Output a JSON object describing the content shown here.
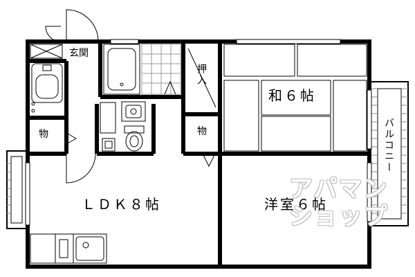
{
  "rooms": {
    "genkan": "玄関",
    "closet_upper": "押入",
    "storage_left": "物",
    "storage_right": "物",
    "washitsu": "和６帖",
    "ldk": "ＬＤＫ８帖",
    "yoshitsu": "洋室６帖",
    "balcony": "バルコニー"
  },
  "watermark": {
    "line1": "アパマン",
    "line2": "ショップ"
  }
}
